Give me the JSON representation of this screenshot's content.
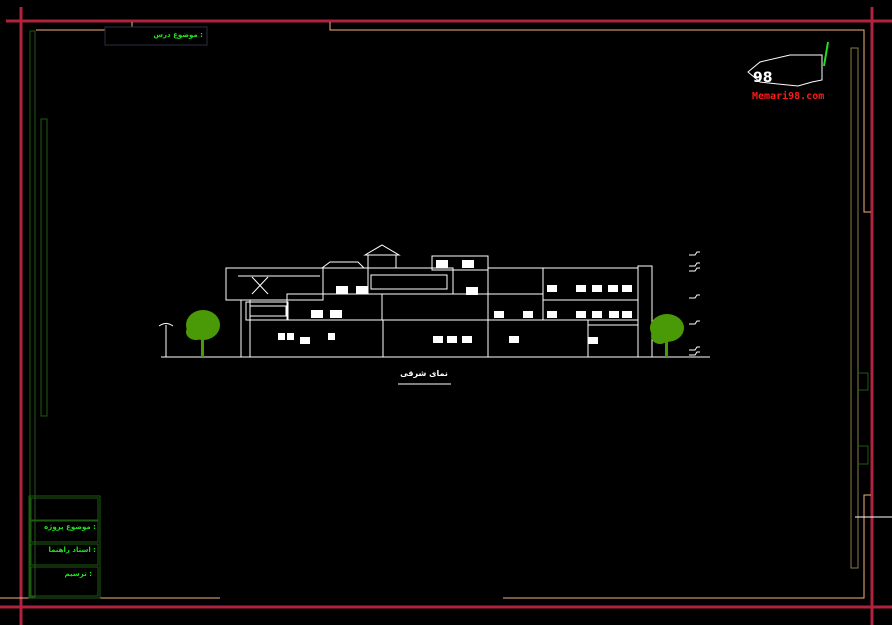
{
  "drawing": {
    "title": "نمای شرقی",
    "course_label": "موضوع درس :",
    "title_block": {
      "project_label": "موضوع پروژه :",
      "supervisor_label": "استاد راهنما :",
      "drafter_label": "ترسیم :"
    },
    "logo": {
      "text": "Memari98.com",
      "text_color": "#ff1a1a"
    }
  },
  "colors": {
    "background": "#000000",
    "outer_border": "#b0223e",
    "inner_border": "#f5b27a",
    "frame_green": "#1e5a10",
    "label_text": "#21e021",
    "tree": "#4a9a08",
    "linework": "#ffffff"
  }
}
